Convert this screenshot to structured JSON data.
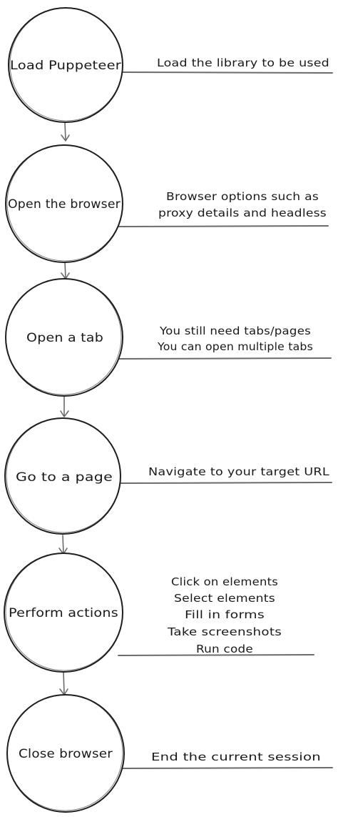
{
  "steps": [
    {
      "label": "Load Puppeteer",
      "note": [
        "Load the library to be used"
      ]
    },
    {
      "label": "Open the browser",
      "note": [
        "Browser options such as",
        "proxy details and headless"
      ]
    },
    {
      "label": "Open a tab",
      "note": [
        "You still need tabs/pages",
        "You can open multiple tabs"
      ]
    },
    {
      "label": "Go to a page",
      "note": [
        "Navigate to your target URL"
      ]
    },
    {
      "label": "Perform actions",
      "note": [
        "Click on elements",
        "Select elements",
        "Fill in forms",
        "Take screenshots",
        "Run code"
      ]
    },
    {
      "label": "Close browser",
      "note": [
        "End the current session"
      ]
    }
  ]
}
